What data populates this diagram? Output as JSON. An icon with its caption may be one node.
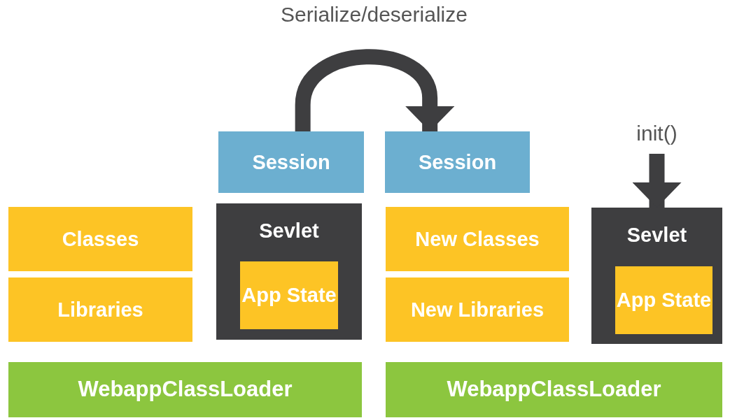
{
  "diagram": {
    "nodes": [
      {
        "text": [
          "Session"
        ]
      },
      {
        "text": [
          "Session"
        ]
      },
      {
        "text": [
          "Classes"
        ]
      },
      {
        "text": [
          "Libraries"
        ]
      },
      {
        "text": [
          "Sevlet"
        ]
      },
      {
        "text": [
          "App State"
        ],
        "in": 4
      },
      {
        "text": [
          "New Classes"
        ]
      },
      {
        "text": [
          "New Libraries"
        ]
      },
      {
        "text": [
          "Sevlet"
        ]
      },
      {
        "text": [
          "App State"
        ],
        "in": 8
      },
      {
        "text": [
          "WebappClassLoader"
        ]
      },
      {
        "text": [
          "WebappClassLoader"
        ]
      }
    ],
    "edges": [
      {
        "from": 0,
        "to": 1,
        "arrow": "to",
        "label": "Serialize/deserialize"
      },
      {
        "from": null,
        "to": 8,
        "arrow": "to",
        "label": "init()"
      }
    ]
  }
}
